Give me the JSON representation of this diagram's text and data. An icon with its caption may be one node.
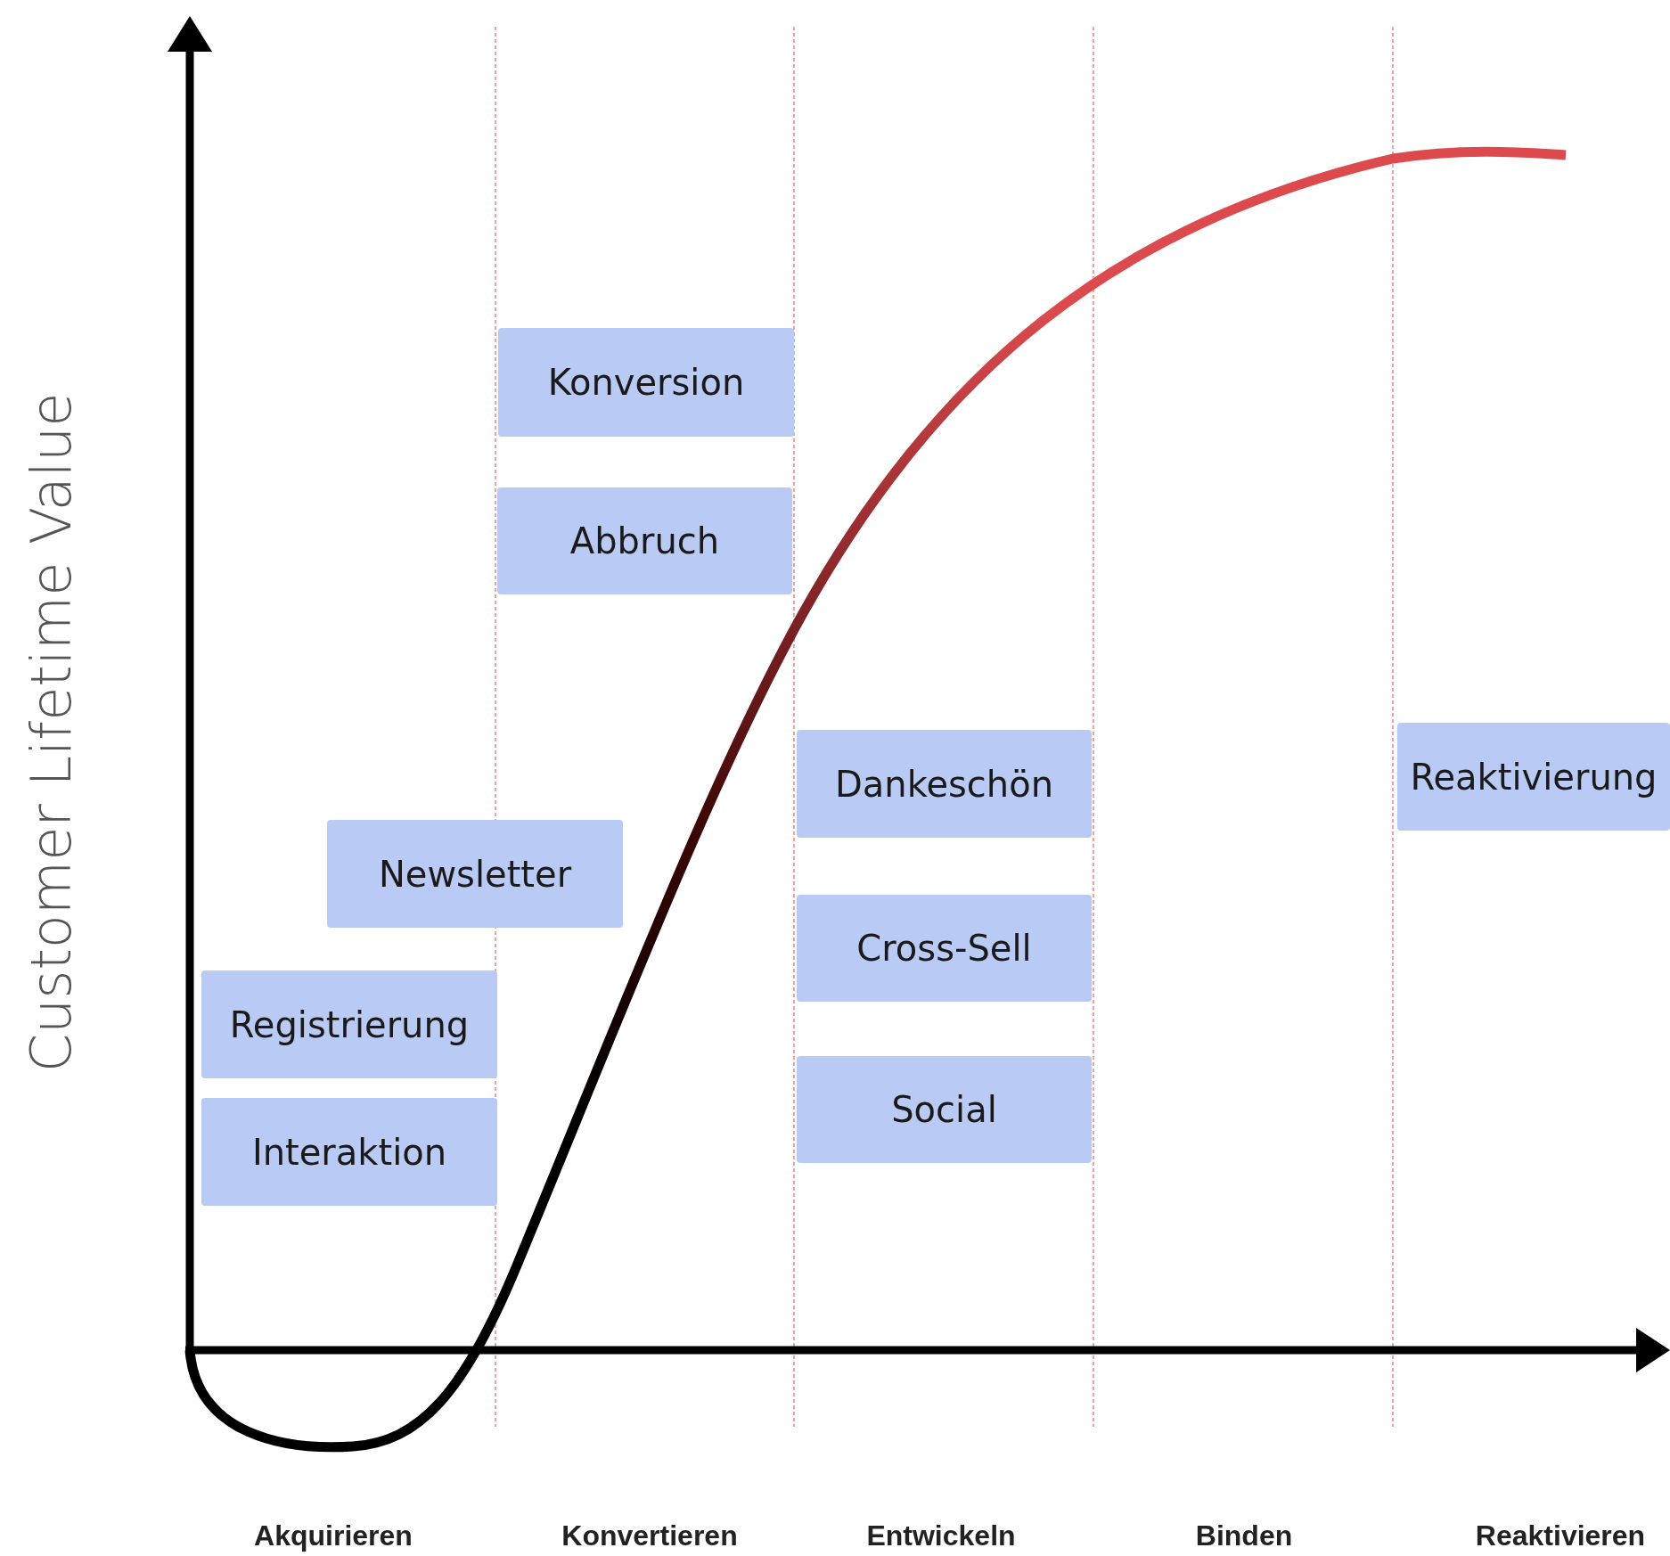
{
  "diagram": {
    "nodes": [
      {
        "text": [
          "Konversion"
        ]
      },
      {
        "text": [
          "Abbruch"
        ]
      },
      {
        "text": [
          "Dankeschön"
        ]
      },
      {
        "text": [
          "Reaktivierung"
        ]
      },
      {
        "text": [
          "Newsletter"
        ]
      },
      {
        "text": [
          "Cross-Sell"
        ]
      },
      {
        "text": [
          "Registrierung"
        ]
      },
      {
        "text": [
          "Social"
        ]
      },
      {
        "text": [
          "Interaktion"
        ]
      }
    ],
    "edges": [],
    "labels": [
      "Customer Lifetime Value",
      "Akquirieren",
      "Konvertieren",
      "Entwickeln",
      "Binden",
      "Reaktivieren"
    ]
  }
}
